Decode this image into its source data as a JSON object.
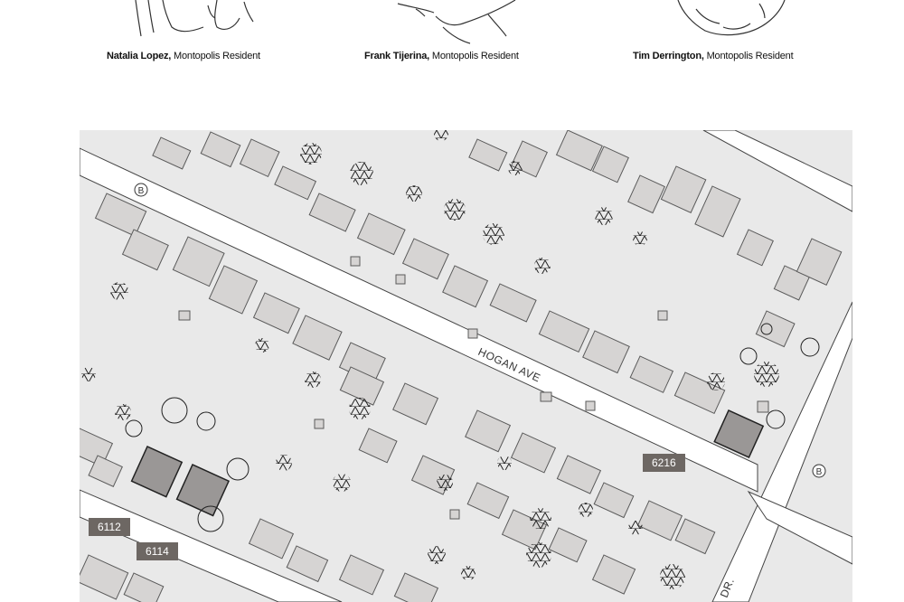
{
  "residents": [
    {
      "name": "Natalia Lopez,",
      "role": "Montopolis Resident"
    },
    {
      "name": "Frank Tijerina,",
      "role": "Montopolis Resident"
    },
    {
      "name": "Tim Derrington,",
      "role": "Montopolis Resident"
    }
  ],
  "map": {
    "street_hogan": "HOGAN AVE",
    "street_dr": "DR.",
    "bus_marker": "B",
    "address_tags": [
      "6216",
      "6112",
      "6114"
    ],
    "colors": {
      "ground": "#e9e9e9",
      "building_fill": "#d6d4d3",
      "building_stroke": "#5a5a5a",
      "road": "#ffffff",
      "tag": "#6d6763"
    }
  }
}
